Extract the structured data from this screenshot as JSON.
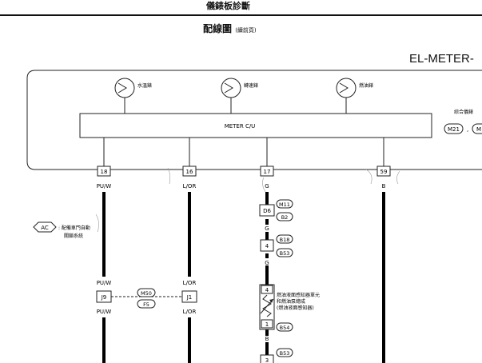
{
  "page": {
    "header_title": "儀錶板診斷",
    "diagram_title": "配線圖",
    "diagram_title_note": "(續前頁)",
    "diagram_code": "EL-METER-"
  },
  "gauges": [
    {
      "label": "水溫錶"
    },
    {
      "label": "轉速錶"
    },
    {
      "label": "燃油錶"
    }
  ],
  "combination_meter": {
    "label": "綜合儀錶",
    "unit_label": "METER C/U",
    "connectors": [
      "M21",
      "M"
    ]
  },
  "ac_note": {
    "tag": "AC",
    "text_line1": ": 配備車門自動",
    "text_line2": "關鎖系統"
  },
  "pins": [
    {
      "pin": "18",
      "wire_top": "PU/W"
    },
    {
      "pin": "16",
      "wire_top": "L/OR"
    },
    {
      "pin": "17",
      "wire_top": "G"
    },
    {
      "pin": "59",
      "wire_top": "B"
    }
  ],
  "joint": {
    "left_conn": "J9",
    "right_conn": "J1",
    "refs": [
      "M50",
      "F5"
    ],
    "left_wire_top": "PU/W",
    "left_wire_bottom": "PU/W",
    "right_wire_top": "L/OR",
    "right_wire_bottom": "L/OR"
  },
  "fuel_path": {
    "d6": {
      "conn": "D6",
      "refs": [
        "M11",
        "B2"
      ],
      "wire_below": "G"
    },
    "c4a": {
      "pin": "4",
      "refs": [
        "B18",
        "B53"
      ],
      "wire_below": "G"
    },
    "sensor": {
      "top_pin": "4",
      "bottom_pin": "1",
      "line1": "燃油液面感知器單元",
      "line2": "和燃油泵總成",
      "line3": "(燃油液面感知器)",
      "ref_below": "B54",
      "wire_below": "B"
    },
    "c3": {
      "pin": "3",
      "ref": "B53"
    }
  }
}
